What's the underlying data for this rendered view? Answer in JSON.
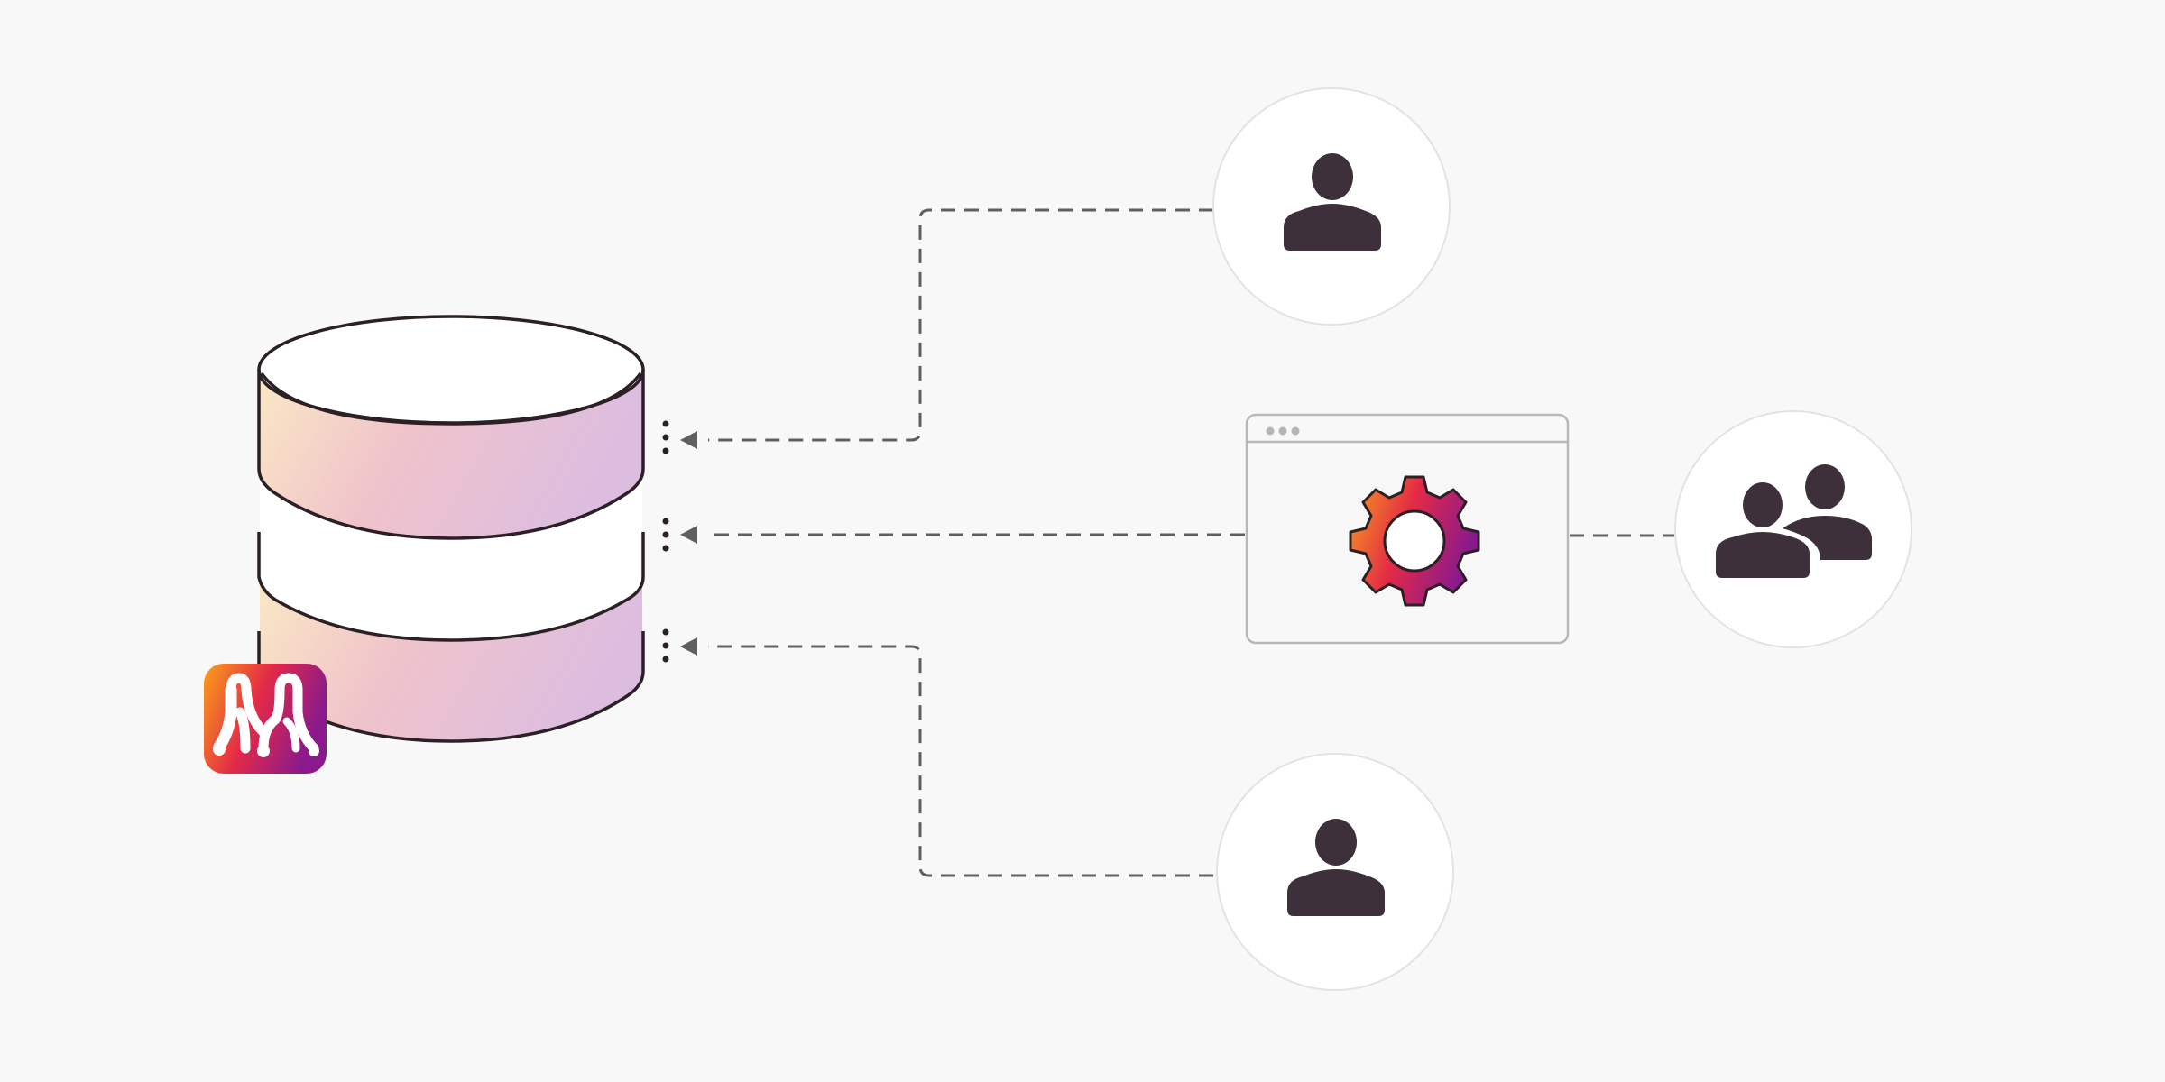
{
  "diagram": {
    "database": {
      "icon": "database-icon",
      "badge_icon": "meilisearch-logo"
    },
    "app_window": {
      "icon": "gear-icon",
      "window_dots": 3
    },
    "users": [
      {
        "icon": "user-icon",
        "position": "top"
      },
      {
        "icon": "users-group-icon",
        "position": "right"
      },
      {
        "icon": "user-icon",
        "position": "bottom"
      }
    ],
    "connections": [
      {
        "from": "user-top",
        "to": "database",
        "style": "dashed"
      },
      {
        "from": "app-window",
        "to": "database",
        "style": "dashed"
      },
      {
        "from": "users-group",
        "to": "app-window",
        "style": "dashed"
      },
      {
        "from": "user-bottom",
        "to": "database",
        "style": "dashed"
      }
    ],
    "colors": {
      "background": "#f8f8f8",
      "gradient_start": "#f9a01b",
      "gradient_mid": "#e32a46",
      "gradient_end": "#8a1a8c",
      "person": "#3d303b",
      "connector": "#5f5f5f"
    }
  }
}
